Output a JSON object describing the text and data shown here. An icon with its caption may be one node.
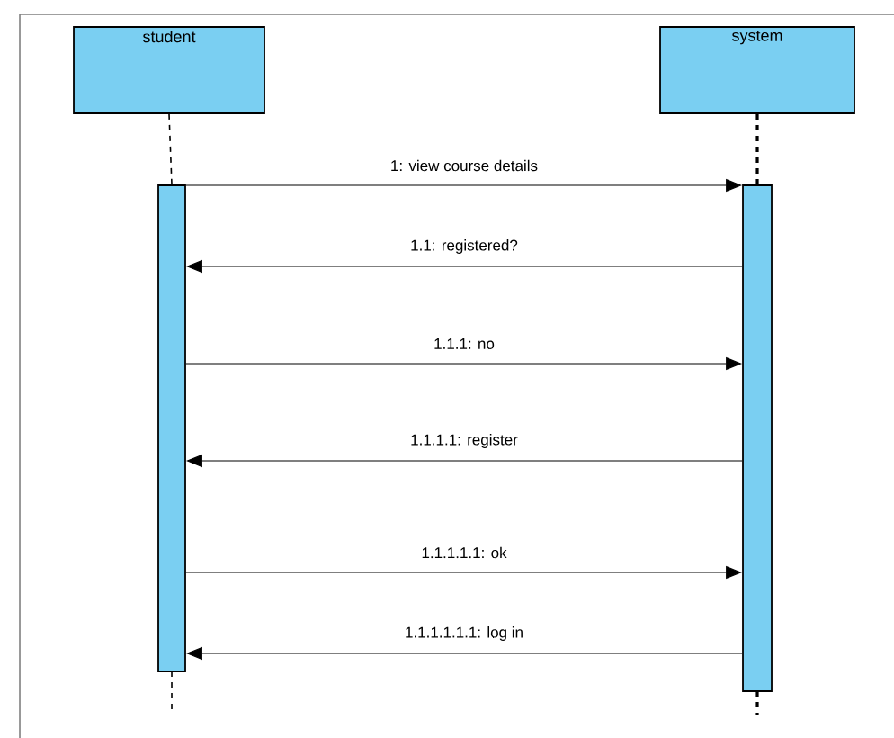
{
  "diagram": {
    "nodes": [
      {
        "text": [
          "student"
        ]
      },
      {
        "text": [
          "system"
        ]
      },
      {
        "text": [],
        "shape": "bar"
      },
      {
        "text": [],
        "shape": "bar"
      }
    ],
    "edges": [
      {
        "from": 2,
        "to": 3,
        "arrow": "to",
        "label": "1: view course details"
      },
      {
        "from": 3,
        "to": 2,
        "arrow": "to",
        "label": "1.1: registered?"
      },
      {
        "from": 2,
        "to": 3,
        "arrow": "to",
        "label": "1.1.1: no"
      },
      {
        "from": 3,
        "to": 2,
        "arrow": "to",
        "label": "1.1.1.1: register"
      },
      {
        "from": 2,
        "to": 3,
        "arrow": "to",
        "label": "1.1.1.1.1: ok"
      },
      {
        "from": 3,
        "to": 2,
        "arrow": "to",
        "label": "1.1.1.1.1.1: log in"
      },
      {
        "from": 0,
        "to": 2,
        "arrow": "none",
        "style": "dashed"
      },
      {
        "from": 1,
        "to": 3,
        "arrow": "none",
        "style": "dashed"
      }
    ]
  }
}
